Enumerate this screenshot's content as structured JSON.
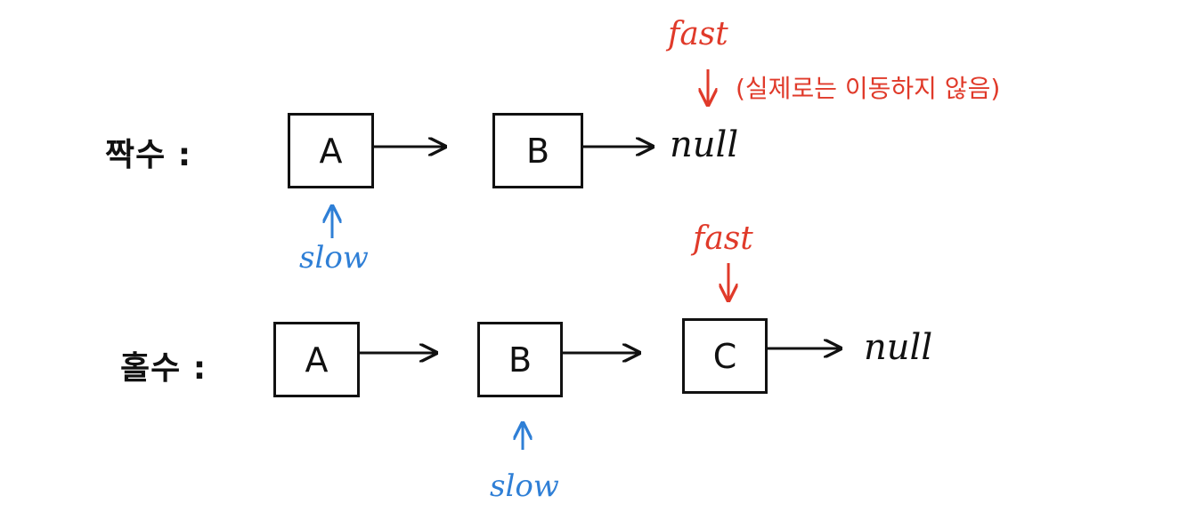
{
  "even_row": {
    "label": "짝수 :",
    "nodes": [
      "A",
      "B"
    ],
    "terminal": "null",
    "fast": {
      "label": "fast",
      "note": "(실제로는 이동하지 않음)"
    },
    "slow": {
      "label": "slow"
    }
  },
  "odd_row": {
    "label": "홀수 :",
    "nodes": [
      "A",
      "B",
      "C"
    ],
    "terminal": "null",
    "fast": {
      "label": "fast"
    },
    "slow": {
      "label": "slow"
    }
  },
  "colors": {
    "ink": "#111111",
    "fast": "#e03a2a",
    "slow": "#2f7fd6"
  }
}
